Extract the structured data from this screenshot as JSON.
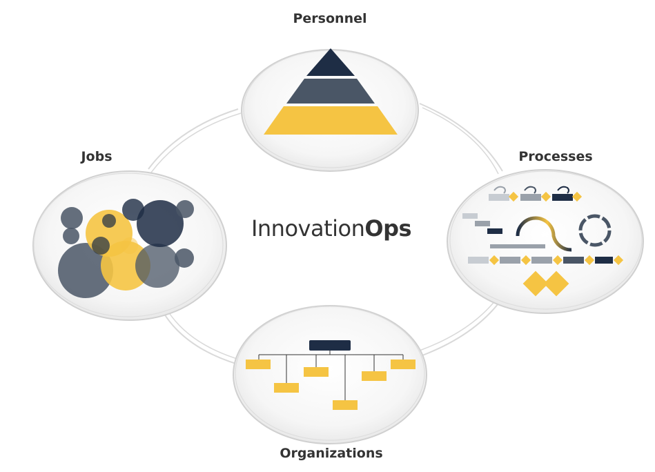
{
  "title": {
    "regular": "Innovation",
    "bold": "Ops"
  },
  "nodes": {
    "personnel": {
      "label": "Personnel"
    },
    "jobs": {
      "label": "Jobs"
    },
    "processes": {
      "label": "Processes"
    },
    "organizations": {
      "label": "Organizations"
    }
  },
  "colors": {
    "navy": "#1e2d45",
    "slate": "#4a5666",
    "gold": "#f5c443",
    "gray": "#9aa1aa",
    "light_gray": "#c7ccd2",
    "ring": "#d8d8d8"
  }
}
